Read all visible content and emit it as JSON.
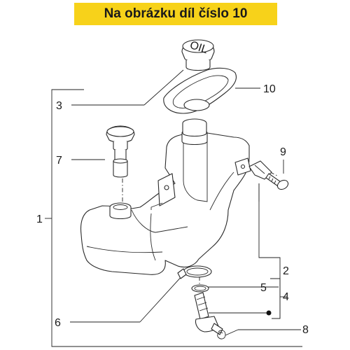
{
  "banner": {
    "text": "Na obrázku díl číslo 10",
    "color": "#f7d21a"
  },
  "cap_text": "OIL",
  "labels": {
    "p1": "1",
    "p2": "2",
    "p3": "3",
    "p4": "4",
    "p5": "5",
    "p6": "6",
    "p7": "7",
    "p8": "8",
    "p9": "9",
    "p10": "10"
  }
}
